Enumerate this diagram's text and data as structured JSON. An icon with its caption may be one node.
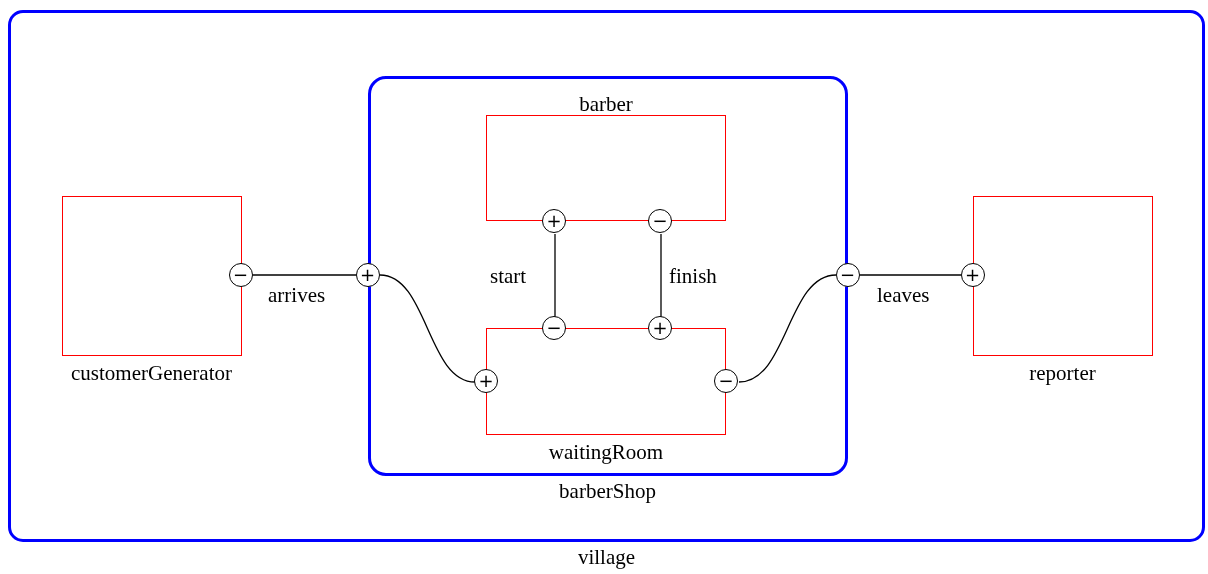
{
  "diagram": {
    "nodes": [
      {
        "text": [
          "village"
        ]
      },
      {
        "text": [
          "customerGenerator"
        ],
        "in": 0
      },
      {
        "text": [
          "−"
        ],
        "in": 0
      },
      {
        "text": [
          "barberShop"
        ],
        "in": 0
      },
      {
        "text": [
          "+"
        ],
        "in": 0
      },
      {
        "text": [
          "−"
        ],
        "in": 0
      },
      {
        "text": [
          "barber"
        ],
        "in": 3
      },
      {
        "text": [
          "+"
        ],
        "in": 3
      },
      {
        "text": [
          "−"
        ],
        "in": 3
      },
      {
        "text": [
          "waitingRoom"
        ],
        "in": 3
      },
      {
        "text": [
          "−"
        ],
        "in": 3
      },
      {
        "text": [
          "+"
        ],
        "in": 3
      },
      {
        "text": [
          "+"
        ],
        "in": 3
      },
      {
        "text": [
          "−"
        ],
        "in": 3
      },
      {
        "text": [
          "reporter"
        ],
        "in": 0
      },
      {
        "text": [
          "+"
        ],
        "in": 0
      }
    ],
    "edges": [
      {
        "from": 2,
        "to": 4,
        "arrow": "none",
        "label": "arrives"
      },
      {
        "from": 4,
        "to": 12,
        "arrow": "none"
      },
      {
        "from": 10,
        "to": 7,
        "arrow": "none",
        "label": "start"
      },
      {
        "from": 8,
        "to": 11,
        "arrow": "none",
        "label": "finish"
      },
      {
        "from": 13,
        "to": 5,
        "arrow": "none"
      },
      {
        "from": 5,
        "to": 15,
        "arrow": "none",
        "label": "leaves"
      }
    ]
  }
}
